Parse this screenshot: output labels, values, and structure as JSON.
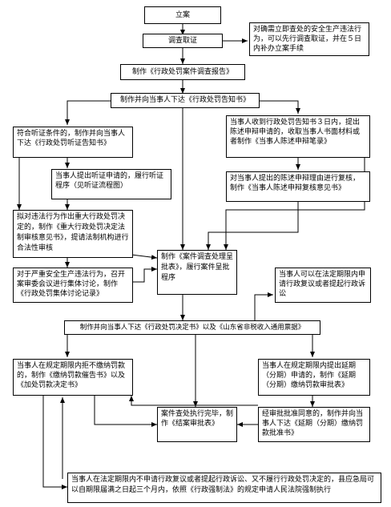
{
  "nodes": {
    "start": "立案",
    "investigate": "调查取证",
    "investigate_note": "对确需立即查处的安全生产违法行为，可以先行调查取证，并在５日内补办立案手续",
    "report": "制作《行政处罚案件调查报告》",
    "notice": "制作并向当事人下达《行政处罚告知书》",
    "hearing_notice": "符合听证条件的，制作并向当事人下达《行政处罚听证告知书》",
    "hearing_request": "当事人提出听证申请的，履行听证程序（见听证流程图）",
    "statement": "当事人收到行政处罚告知书３日内，提出陈述申辩申请的，收取当事人书面材料或者制作《当事人陈述申辩笔录》",
    "statement_review": "对当事人提出的陈述申辩理由进行复核，制作《当事人陈述申辩复核意见书》",
    "major_review": "拟对违法行为作出重大行政处罚决定的，制作《重大行政处罚决定法制审核意见书》，提请法制机构进行合法性审核",
    "collective": "对于严重安全生产违法行为，召开案审委会议进行集体讨论，制作《行政处罚集体讨论记录》",
    "approval": "制作《案件调查处理呈批表》，履行案件呈批程序",
    "appeal": "当事人可以在法定期限内申请行政复议或者提起行政诉讼",
    "decision": "制作并向当事人下达《行政处罚决定书》以及《山东省非税收入通用票据》",
    "refuse_pay": "当事人在规定期限内拒不缴纳罚款的，制作《缴纳罚款催告书》以及《加处罚款决定书》",
    "closing": "案件查处执行完毕，制作《结案审批表》",
    "delay_request": "当事人在规定期限内提出延期（分期）申请的，制作《延期（分期）缴纳罚款审批表》",
    "delay_approved": "经审批批准同意的，制作并向当事人下达《延期（分期）缴纳罚款批准书》",
    "enforce": "当事人在法定期限内不申请行政复议或者提起行政诉讼、又不履行行政处罚决定的，县应急局可以自期限届满之日起三个月内，依照《行政强制法》的规定申请人民法院强制执行"
  }
}
